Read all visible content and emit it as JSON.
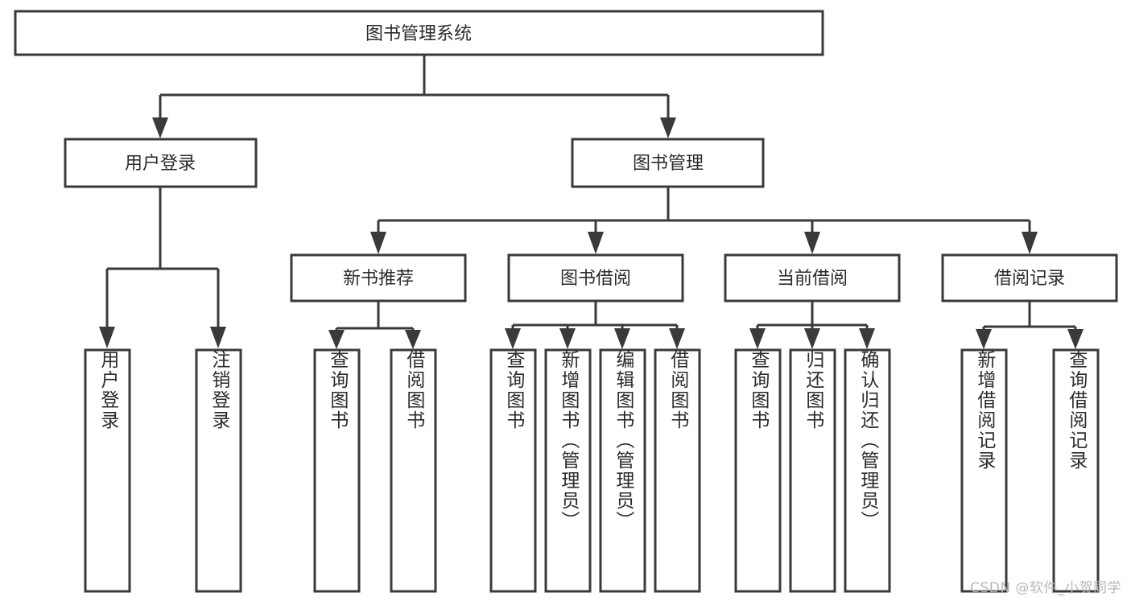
{
  "diagram": {
    "type": "tree",
    "title": "图书管理系统",
    "watermark": "CSDN @软件_小贺同学",
    "colors": {
      "stroke": "#3a3a3a",
      "fill": "#ffffff",
      "text": "#2b2b2b",
      "watermark": "#b8b8b8"
    },
    "root": {
      "label": "图书管理系统"
    },
    "level2": [
      {
        "label": "用户登录"
      },
      {
        "label": "图书管理"
      }
    ],
    "level3": [
      {
        "label": "新书推荐"
      },
      {
        "label": "图书借阅"
      },
      {
        "label": "当前借阅"
      },
      {
        "label": "借阅记录"
      }
    ],
    "leaves": {
      "user_login": [
        {
          "label": "用户登录"
        },
        {
          "label": "注销登录"
        }
      ],
      "new_book_recommend": [
        {
          "label": "查询图书"
        },
        {
          "label": "借阅图书"
        }
      ],
      "book_borrow": [
        {
          "label": "查询图书"
        },
        {
          "label": "新增图书（管理员）"
        },
        {
          "label": "编辑图书（管理员）"
        },
        {
          "label": "借阅图书"
        }
      ],
      "current_borrow": [
        {
          "label": "查询图书"
        },
        {
          "label": "归还图书"
        },
        {
          "label": "确认归还（管理员）"
        }
      ],
      "borrow_record": [
        {
          "label": "新增借阅记录"
        },
        {
          "label": "查询借阅记录"
        }
      ]
    }
  }
}
